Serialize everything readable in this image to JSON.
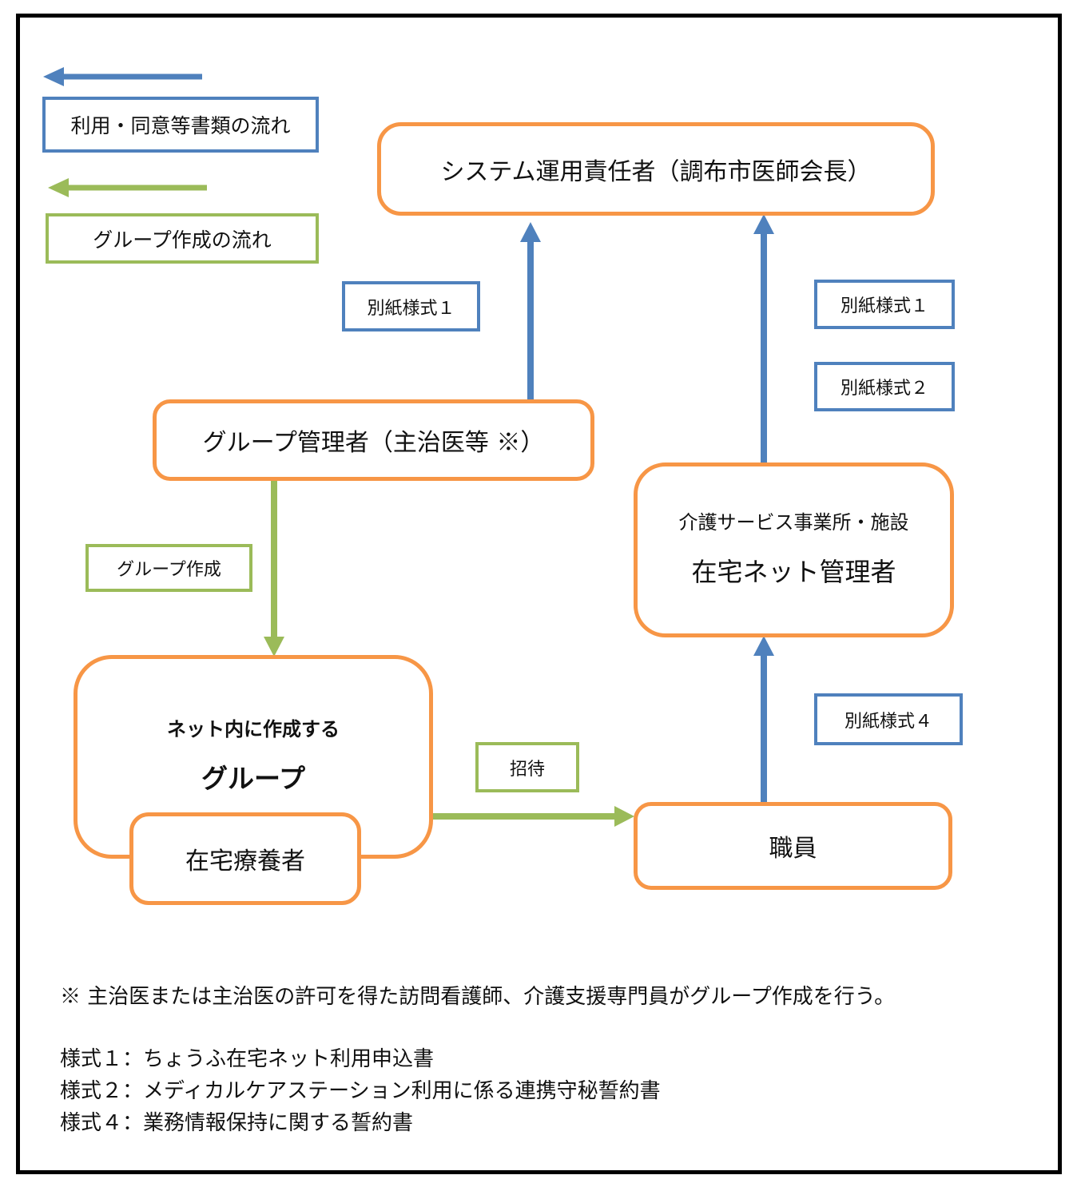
{
  "legend": {
    "docs_label": "利用・同意等書類の流れ",
    "group_label": "グループ作成の流れ"
  },
  "nodes": {
    "system_admin": "システム運用責任者（調布市医師会長）",
    "group_admin": "グループ管理者（主治医等 ※）",
    "care_office_line1": "介護サービス事業所・施設",
    "care_office_line2": "在宅ネット管理者",
    "group_line1": "ネット内に作成する",
    "group_line2": "グループ",
    "home_patient": "在宅療養者",
    "staff": "職員"
  },
  "edge_labels": {
    "form1_left": "別紙様式１",
    "form1_right": "別紙様式１",
    "form2_right": "別紙様式２",
    "form4": "別紙様式４",
    "group_create": "グループ作成",
    "invite": "招待"
  },
  "footer": {
    "note": "※ 主治医または主治医の許可を得た訪問看護師、介護支援専門員がグループ作成を行う。",
    "form1": "様式１：ちょうふ在宅ネット利用申込書",
    "form2": "様式２：メディカルケアステーション利用に係る連携守秘誓約書",
    "form4": "様式４：業務情報保持に関する誓約書"
  },
  "colors": {
    "node_border": "#F79646",
    "docs_flow": "#4F81BD",
    "group_flow": "#9BBB59"
  }
}
